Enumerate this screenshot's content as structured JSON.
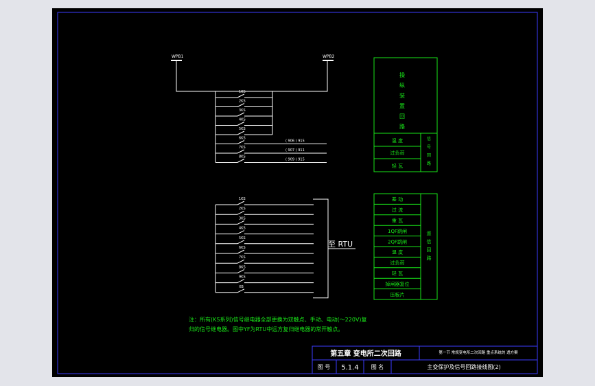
{
  "buses": {
    "left": "WPB1",
    "right": "WPB2"
  },
  "upper_contacts": [
    "1KS",
    "2KS",
    "3KS",
    "4KS",
    "5KS",
    "6KS",
    "7KS",
    "8KS"
  ],
  "upper_refs": [
    "( 906 ) 915",
    "( 907 ) 911",
    "( 909 ) 915"
  ],
  "lower_contacts": [
    "1KS",
    "2KS",
    "3KS",
    "4KS",
    "5KS",
    "6KS",
    "7KS",
    "8KS",
    "9KS",
    "XB"
  ],
  "rtu_label": "至 RTU",
  "box1": {
    "title": "操 纵 装 置 回 路",
    "rows": [
      "温 度",
      "过负荷",
      "轻 瓦"
    ],
    "side": "信 号 回 路"
  },
  "box2": {
    "rows": [
      "差 动",
      "过 流",
      "重 瓦",
      "1QF跳闸",
      "2QF跳闸",
      "温 度",
      "过负荷",
      "轻 瓦",
      "掉闸器复位",
      "压板片"
    ],
    "side": "遥 信 回 路"
  },
  "note": {
    "line1": "注：所有(KS系列)信号继电器全部更换为双触点、手动、电动(～220V)复",
    "line2": "归的信号继电器。图中YF为RTU中远方复归继电器的常开触点。"
  },
  "title_block": {
    "chapter": "第五章  变电所二次回路",
    "section": "第一节 常规变电所二次回路 重点系统的 透方案",
    "drawing_no_label": "图 号",
    "drawing_no": "5.1.4",
    "drawing_name_label": "图 名",
    "drawing_name": "主变保护及信号回路接线图(2)"
  },
  "colors": {
    "line": "#ffffff",
    "green": "#19e619",
    "blue": "#3b3bff",
    "frame": "#e3e4ea",
    "bg": "#000000"
  }
}
